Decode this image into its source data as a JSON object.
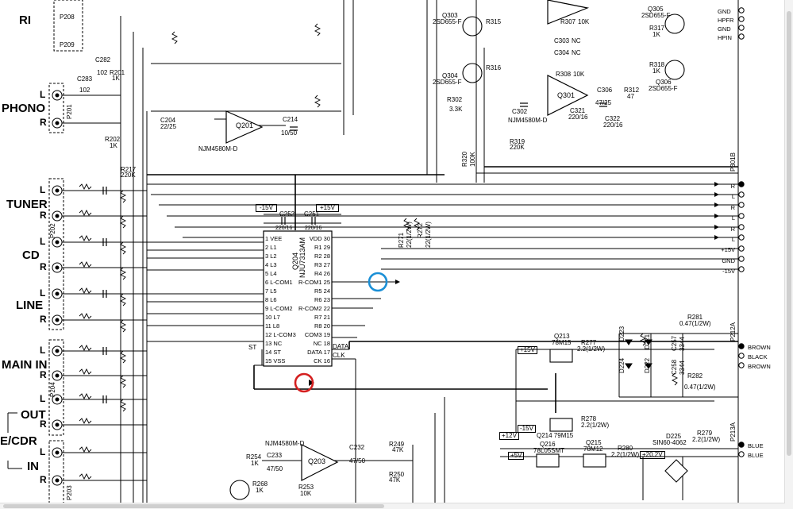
{
  "inputs": {
    "ri": "RI",
    "phono": "PHONO",
    "tuner": "TUNER",
    "cd": "CD",
    "line": "LINE",
    "main_in": "MAIN IN",
    "out": "OUT",
    "tape_cdr": "E/CDR",
    "in": "IN",
    "l": "L",
    "r": "R"
  },
  "jacks": {
    "p208": "P208",
    "p209": "P209",
    "p201": "P201",
    "p202": "P202",
    "p204": "P204",
    "p203": "P203"
  },
  "ic": {
    "q204_name": "Q204",
    "q204_part": "NJU7313AM",
    "pins_left": [
      "1 VEE",
      "2 L1",
      "3 L2",
      "4 L3",
      "5 L4",
      "6 L-COM1",
      "7 L5",
      "8 L6",
      "9 L-COM2",
      "10 L7",
      "11 L8",
      "12 L-COM3",
      "13 NC",
      "14 ST",
      "15 VSS"
    ],
    "pins_right": [
      "VDD 30",
      "R1 29",
      "R2 28",
      "R3 27",
      "R4 26",
      "R-COM1 25",
      "R5 24",
      "R6 23",
      "R-COM2 22",
      "R7 21",
      "R8 20",
      "COM3 19",
      "NC 18",
      "DATA 17",
      "CK 16"
    ],
    "st": "ST",
    "data": "DATA",
    "clk": "CLK",
    "minus15": "-15V",
    "plus15": "+15V",
    "q201": "Q201",
    "q201_part": "NJM4580M-D",
    "q301": "Q301",
    "q301_part": "NJM4580M-D",
    "q203": "Q203",
    "q203_part": "NJM4580M-D"
  },
  "components": {
    "c252": "C252",
    "c252_v": "220/16",
    "c251": "C251",
    "c251_v": "220/16",
    "r217": "R217",
    "r217_v": "220K",
    "r271": "R271",
    "r271_v": "22(1/2W)",
    "r272": "R272",
    "r272_v": "22(1/2W)",
    "r281": "R281",
    "r281_v": "0.47(1/2W)",
    "r282": "R282",
    "r282_v": "0.47(1/2W)",
    "r277": "R277",
    "r277_v": "2.2(1/2W)",
    "r278": "R278",
    "r278_v": "2.2(1/2W)",
    "r279": "R279",
    "r279_v": "2.2(1/2W)",
    "r280": "R280",
    "r280_v": "2.2(1/2W)",
    "q213": "Q213",
    "q213_part": "78M15",
    "q214": "Q214 79M15",
    "q215": "Q215",
    "q215_part": "78M12",
    "q216": "Q216",
    "q216_part": "78L05SMT",
    "d225": "D225",
    "d225_part": "SIN60-4062",
    "d221": "D221",
    "d222": "D222",
    "d223": "D223",
    "d224": "D224",
    "c257": "C257",
    "c257_v": "3344",
    "c258": "C258",
    "c258_v": "3344",
    "q303": "Q303",
    "q303_part": "2SD655-F",
    "q304": "Q304",
    "q304_part": "2SD655-F",
    "q305": "Q305",
    "q305_part": "2SD655-F",
    "q306": "Q306",
    "q306_part": "2SD655-F",
    "r302": "R302",
    "r302_v": "3.3K",
    "c302": "C302",
    "r319": "R319",
    "r319_v": "220K",
    "r320": "R320",
    "r320_v": "100K",
    "c321": "C321",
    "c321_v": "220/16",
    "c322": "C322",
    "c322_v": "220/16",
    "r317": "R317",
    "r317_v": "1K",
    "r318": "R318",
    "r318_v": "1K",
    "r312": "R312",
    "r312_v": "47",
    "c306": "C306",
    "c306_v": "47/25",
    "r308": "R308",
    "r308_v": "10K",
    "r307": "R307",
    "r307_v": "10K",
    "c303": "C303",
    "c303_v": "NC",
    "c304": "C304",
    "c304_v": "NC",
    "r315": "R315",
    "r316": "R316",
    "r249": "R249",
    "r249_v": "47K",
    "r250": "R250",
    "r250_v": "47K",
    "c232": "C232",
    "c232_v": "47/50",
    "c233": "C233",
    "c233_v": "47/50",
    "r254": "R254",
    "r254_v": "1K",
    "r268": "R268",
    "r268_v": "1K",
    "r253": "R253",
    "r253_v": "10K",
    "c204": "C204",
    "c204_v": "22/25",
    "c214": "C214",
    "c214_v": "10/50",
    "r202": "R202",
    "r202_v": "1K",
    "r201": "R201",
    "r201_v": "1K",
    "c283": "C283",
    "c283_v": "102",
    "c282": "C282",
    "c282_v": "102"
  },
  "connectors": {
    "p301b": "P301B",
    "p212a": "P212A",
    "p213a": "P213A",
    "right_top": [
      "GND",
      "HPFR",
      "GND",
      "HPIN"
    ],
    "right_mid": [
      "R",
      "L",
      "R",
      "L",
      "R",
      "L",
      "+15V",
      "GND",
      "-15V"
    ],
    "right_pwr": [
      "BROWN",
      "BLACK",
      "BROWN"
    ],
    "right_blue": [
      "BLUE",
      "BLUE"
    ],
    "v_plus12": "+12V",
    "v_plus5": "+5V",
    "v_plus15": "+15V",
    "v_minus15": "-15V",
    "v_20_2": "+20.2V"
  },
  "markers": {
    "blue_circle_color": "#1a8fd6",
    "red_circle_color": "#d42020"
  }
}
